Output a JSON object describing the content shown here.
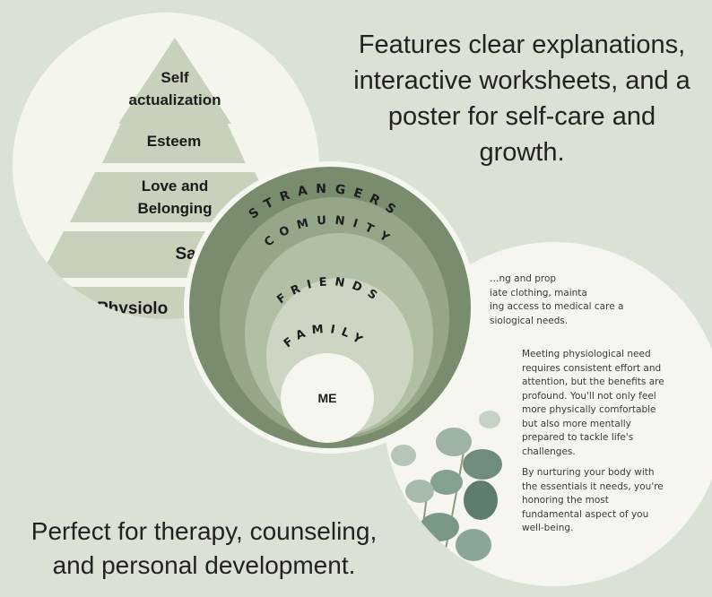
{
  "headline": {
    "line1": "Features clear explanations,",
    "line2": "interactive worksheets, and a",
    "line3": "poster for self-care and",
    "line4": "growth."
  },
  "footer": {
    "line1": "Perfect for therapy, counseling,",
    "line2": "and personal development."
  },
  "pyramid": {
    "tier1": [
      "Self",
      "actualization"
    ],
    "tier2": "Esteem",
    "tier3": [
      "Love and",
      "Belonging"
    ],
    "tier4": "Safety",
    "tier5": "Physiolo"
  },
  "onion": {
    "ring1": "STRANGERS",
    "ring2": "COMUNITY",
    "ring3": "FRIENDS",
    "ring4": "FAMILY",
    "center": "ME"
  },
  "document": {
    "frag1": "…ng and prop",
    "frag2": "iate clothing, mainta",
    "frag3": "ing access to medical care a",
    "frag4": "siological needs.",
    "p1": [
      "Meeting physiological need",
      "requires consistent effort and",
      "attention, but the benefits are",
      "profound. You'll not only feel",
      "more physically comfortable",
      "but also more mentally",
      "prepared to tackle life's",
      "challenges."
    ],
    "p2": [
      "By nurturing your body with",
      "the essentials it needs, you're",
      "honoring the most",
      "fundamental aspect of you",
      "well-being."
    ]
  },
  "colors": {
    "background": "#d9e2d4",
    "ring1": "#7a8c6e",
    "ring2": "#95a788",
    "ring3": "#b1bfa4",
    "ring4": "#cdd6c2",
    "center": "#f5f6f0",
    "tier": "#c7d1bb"
  }
}
